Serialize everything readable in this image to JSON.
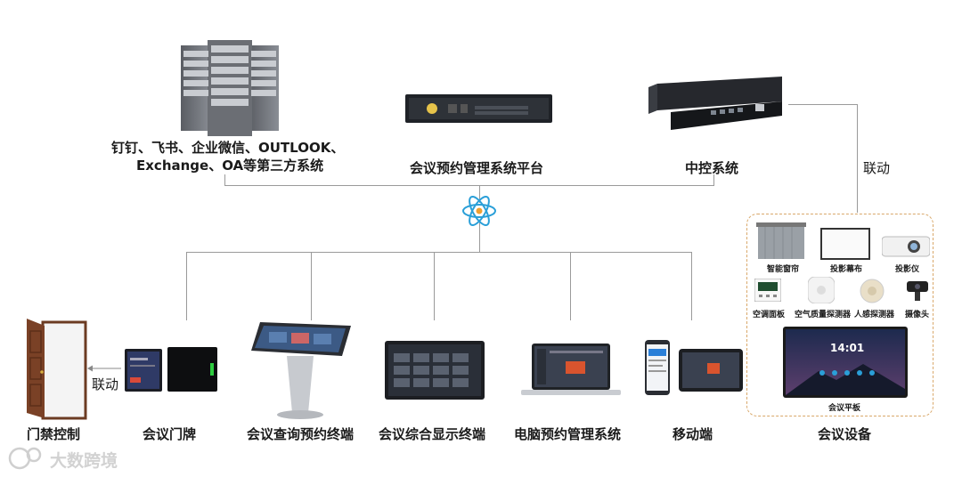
{
  "top": {
    "third_party_label_1": "钉钉、飞书、企业微信、OUTLOOK、",
    "third_party_label_2": "Exchange、OA等第三方系统",
    "platform_label": "会议预约管理系统平台",
    "central_control_label": "中控系统"
  },
  "link_label_right": "联动",
  "link_label_left": "联动",
  "bottom": {
    "access_control": "门禁控制",
    "door_sign": "会议门牌",
    "query_terminal": "会议查询预约终端",
    "display_terminal": "会议综合显示终端",
    "pc_system": "电脑预约管理系统",
    "mobile": "移动端",
    "meeting_devices": "会议设备"
  },
  "devices": {
    "smart_curtain": "智能窗帘",
    "projection_screen": "投影幕布",
    "projector": "投影仪",
    "ac_panel": "空调面板",
    "air_detector": "空气质量探测器",
    "body_sensor": "人感探测器",
    "camera": "摄像头",
    "meeting_tablet": "会议平板",
    "tablet_time": "14:01"
  },
  "watermark": "大数跨境"
}
